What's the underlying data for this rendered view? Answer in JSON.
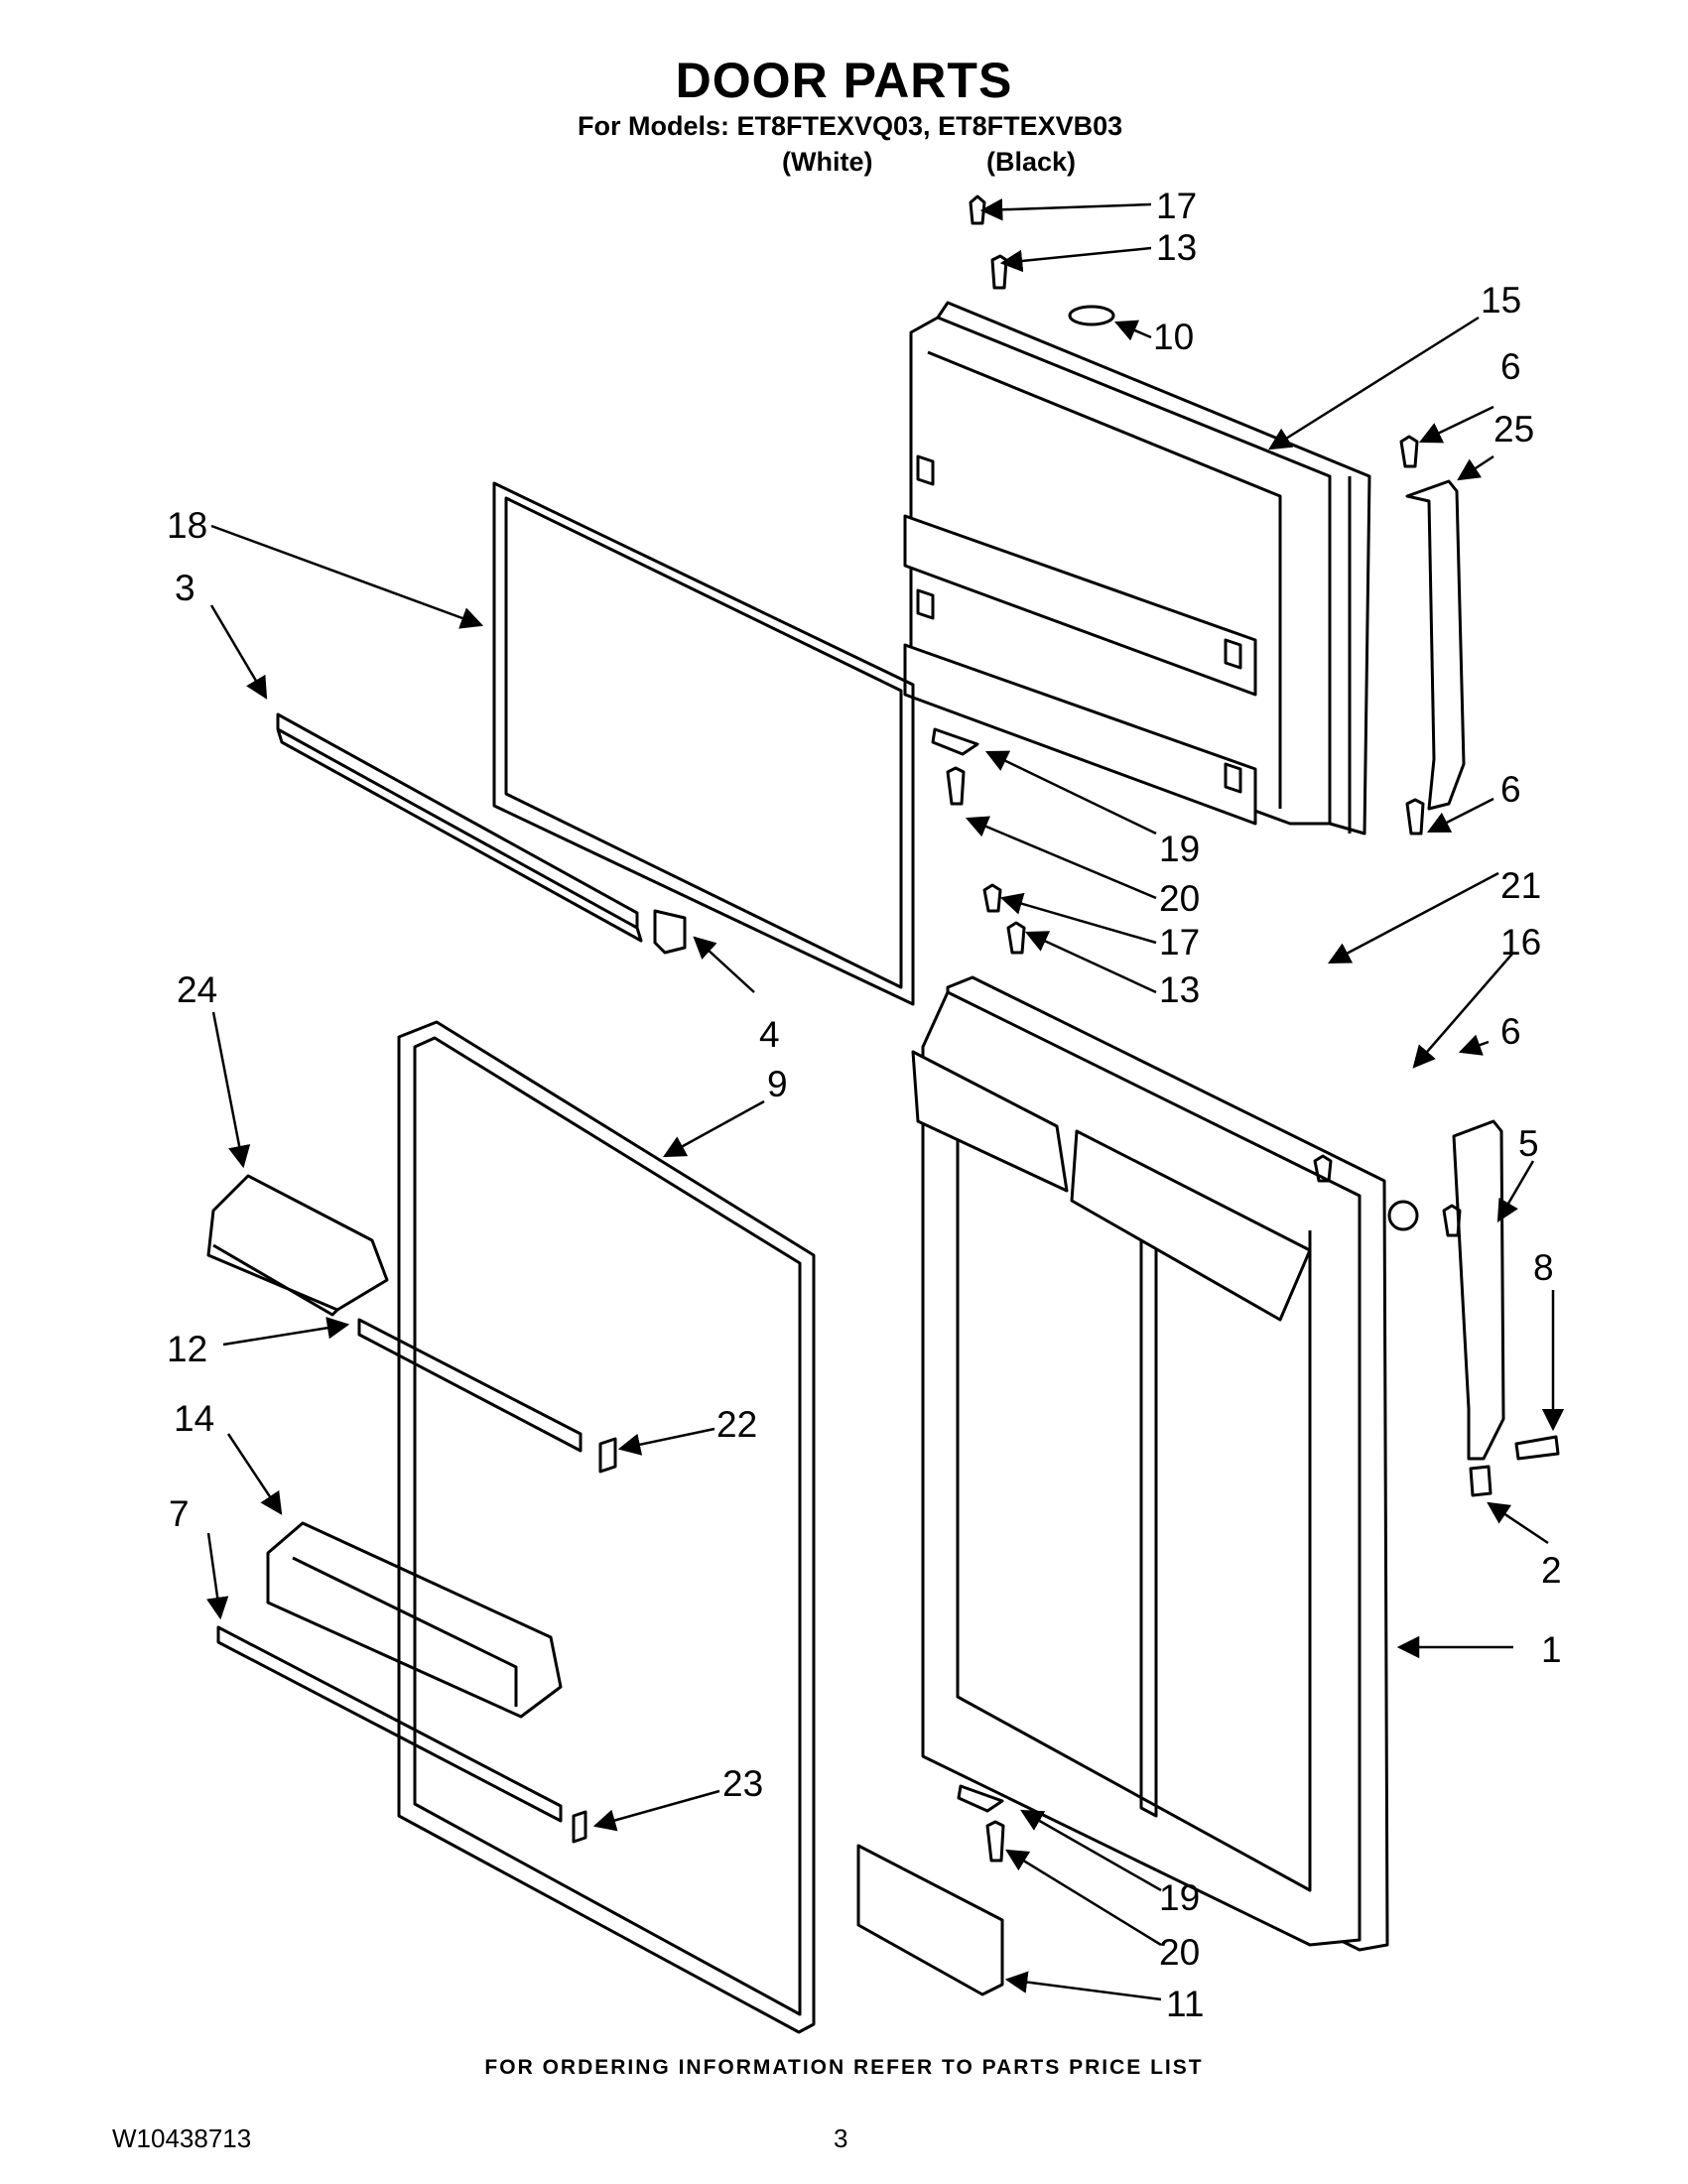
{
  "header": {
    "title": "DOOR PARTS",
    "subtitle": "For Models: ET8FTEXVQ03, ET8FTEXVB03",
    "variants": [
      "(White)",
      "(Black)"
    ]
  },
  "callouts": [
    "17",
    "13",
    "10",
    "15",
    "6",
    "25",
    "18",
    "3",
    "19",
    "20",
    "6",
    "21",
    "17",
    "13",
    "16",
    "6",
    "4",
    "24",
    "9",
    "5",
    "8",
    "12",
    "22",
    "14",
    "2",
    "7",
    "1",
    "23",
    "19",
    "20",
    "11"
  ],
  "footer": {
    "note": "FOR ORDERING INFORMATION REFER TO PARTS PRICE LIST",
    "doc_number": "W10438713",
    "page_number": "3"
  }
}
